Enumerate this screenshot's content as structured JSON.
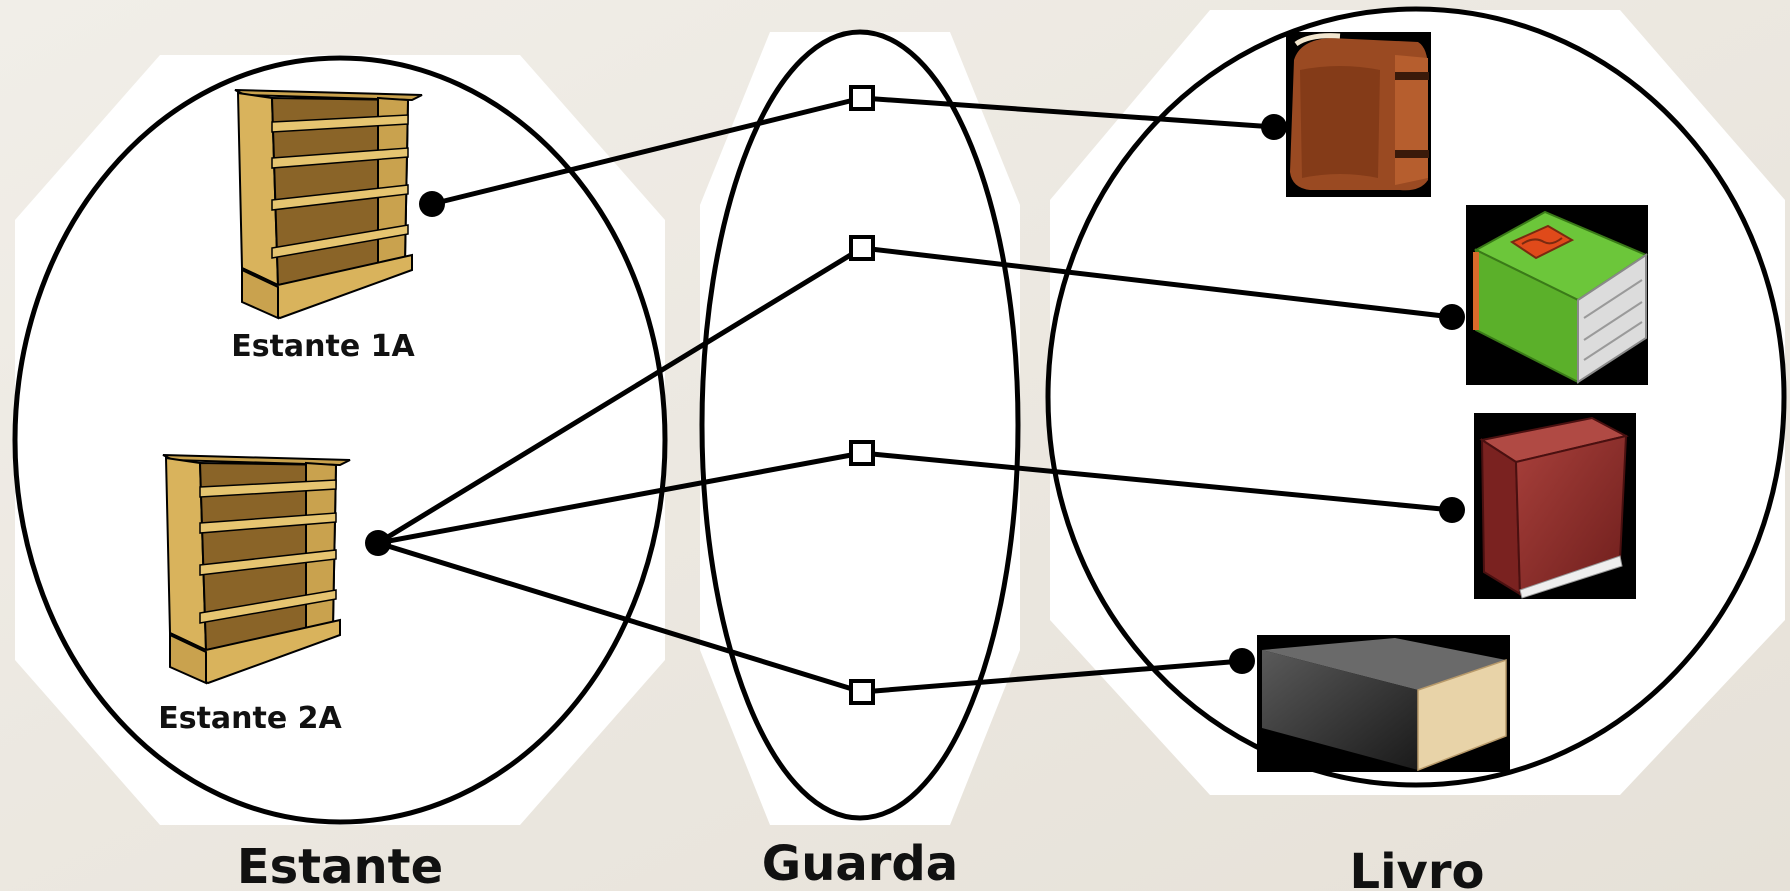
{
  "sets": {
    "estante": {
      "label": "Estante"
    },
    "guarda": {
      "label": "Guarda"
    },
    "livro": {
      "label": "Livro"
    }
  },
  "estantes": [
    {
      "label": "Estante 1A"
    },
    {
      "label": "Estante 2A"
    }
  ],
  "books": [
    {
      "icon": "brown-leather-book-icon",
      "color": "#9a4a22"
    },
    {
      "icon": "green-book-icon",
      "color": "#5bb02a"
    },
    {
      "icon": "red-book-icon",
      "color": "#8a2a28"
    },
    {
      "icon": "black-book-icon",
      "color": "#2a2a2a"
    }
  ],
  "colors": {
    "background": "#ece8e1",
    "shelf_wood": "#d9b35c",
    "line": "#000000"
  }
}
